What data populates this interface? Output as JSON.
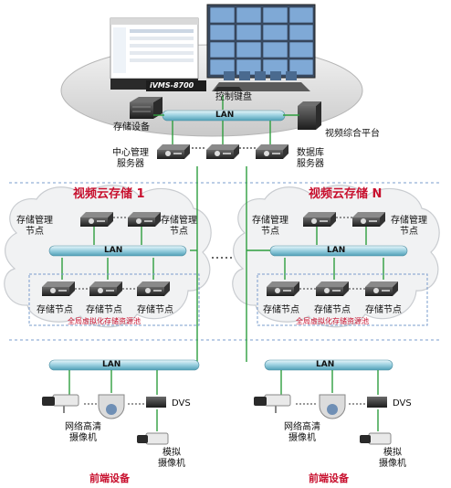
{
  "control_center": {
    "brand": "iVMS-8700",
    "keyboard_label": "控制键盘",
    "lan_label": "LAN",
    "storage_device_label": "存储设备",
    "video_platform_label": "视频综合平台",
    "central_server_label": [
      "中心管理",
      "服务器"
    ],
    "database_server_label": [
      "数据库",
      "服务器"
    ]
  },
  "cloud_left": {
    "title": "视频云存储 1",
    "mgmt_node_left": [
      "存储管理",
      "节点"
    ],
    "mgmt_node_right": [
      "存储管理",
      "节点"
    ],
    "lan_label": "LAN",
    "storage_nodes": [
      "存储节点",
      "存储节点",
      "存储节点"
    ],
    "pool_label": "全局虚拟化存储资源池"
  },
  "cloud_right": {
    "title": "视频云存储 N",
    "mgmt_node_left": [
      "存储管理",
      "节点"
    ],
    "mgmt_node_right": [
      "存储管理",
      "节点"
    ],
    "lan_label": "LAN",
    "storage_nodes": [
      "存储节点",
      "存储节点",
      "存储节点"
    ],
    "pool_label": "全局虚拟化存储资源池"
  },
  "front_left": {
    "lan_label": "LAN",
    "dvs_label": "DVS",
    "ip_camera_label": [
      "网络高清",
      "摄像机"
    ],
    "analog_camera_label": [
      "模拟",
      "摄像机"
    ],
    "footer_label": "前端设备"
  },
  "front_right": {
    "lan_label": "LAN",
    "dvs_label": "DVS",
    "ip_camera_label": [
      "网络高清",
      "摄像机"
    ],
    "analog_camera_label": [
      "模拟",
      "摄像机"
    ],
    "footer_label": "前端设备"
  },
  "colors": {
    "lan_pipe": "#7fc4d6",
    "link_line": "#2e9e3e",
    "dashed_box": "#7a9ccc",
    "cloud_fill": "#f1f2f3",
    "title_red": "#c8102e"
  }
}
